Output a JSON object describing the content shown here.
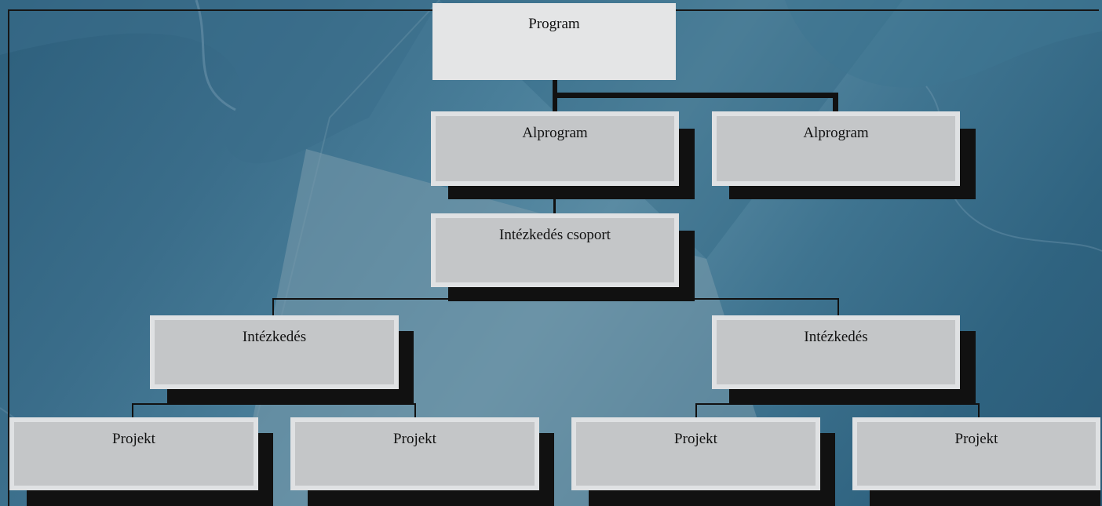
{
  "org_chart": {
    "root": {
      "label": "Program"
    },
    "subprograms": [
      {
        "label": "Alprogram"
      },
      {
        "label": "Alprogram"
      }
    ],
    "measure_group": {
      "label": "Intézkedés csoport"
    },
    "measures": [
      {
        "label": "Intézkedés"
      },
      {
        "label": "Intézkedés"
      }
    ],
    "projects": [
      {
        "label": "Projekt"
      },
      {
        "label": "Projekt"
      },
      {
        "label": "Projekt"
      },
      {
        "label": "Projekt"
      }
    ]
  },
  "colors": {
    "background": "#3a6d8a",
    "box_fill": "#c4c6c8",
    "box_border": "#dfe1e3",
    "root_fill": "#e4e5e6",
    "shadow": "#111111"
  }
}
